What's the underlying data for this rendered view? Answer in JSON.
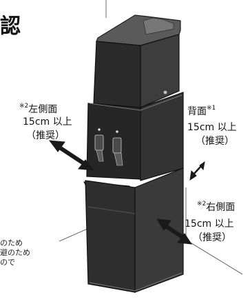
{
  "heading_fragment": "認",
  "labels": {
    "left_side": {
      "note": "※2",
      "name": "左側面",
      "distance": "15cm 以上",
      "recommend": "（推奨）"
    },
    "back": {
      "name": "背面",
      "note": "※1",
      "distance": "15cm 以上",
      "recommend": "（推奨）"
    },
    "right_side": {
      "note": "※2",
      "name": "右側面",
      "distance": "15cm 以上",
      "recommend": "（推奨）"
    }
  },
  "footnote_lines": [
    "のため",
    "避のため",
    "ので"
  ],
  "colors": {
    "body": "#2b2b2b",
    "front": "#3a3a3a",
    "arrow": "#1a1a1a"
  },
  "icons": [
    "water-dispenser-illustration",
    "double-arrow-icon"
  ]
}
